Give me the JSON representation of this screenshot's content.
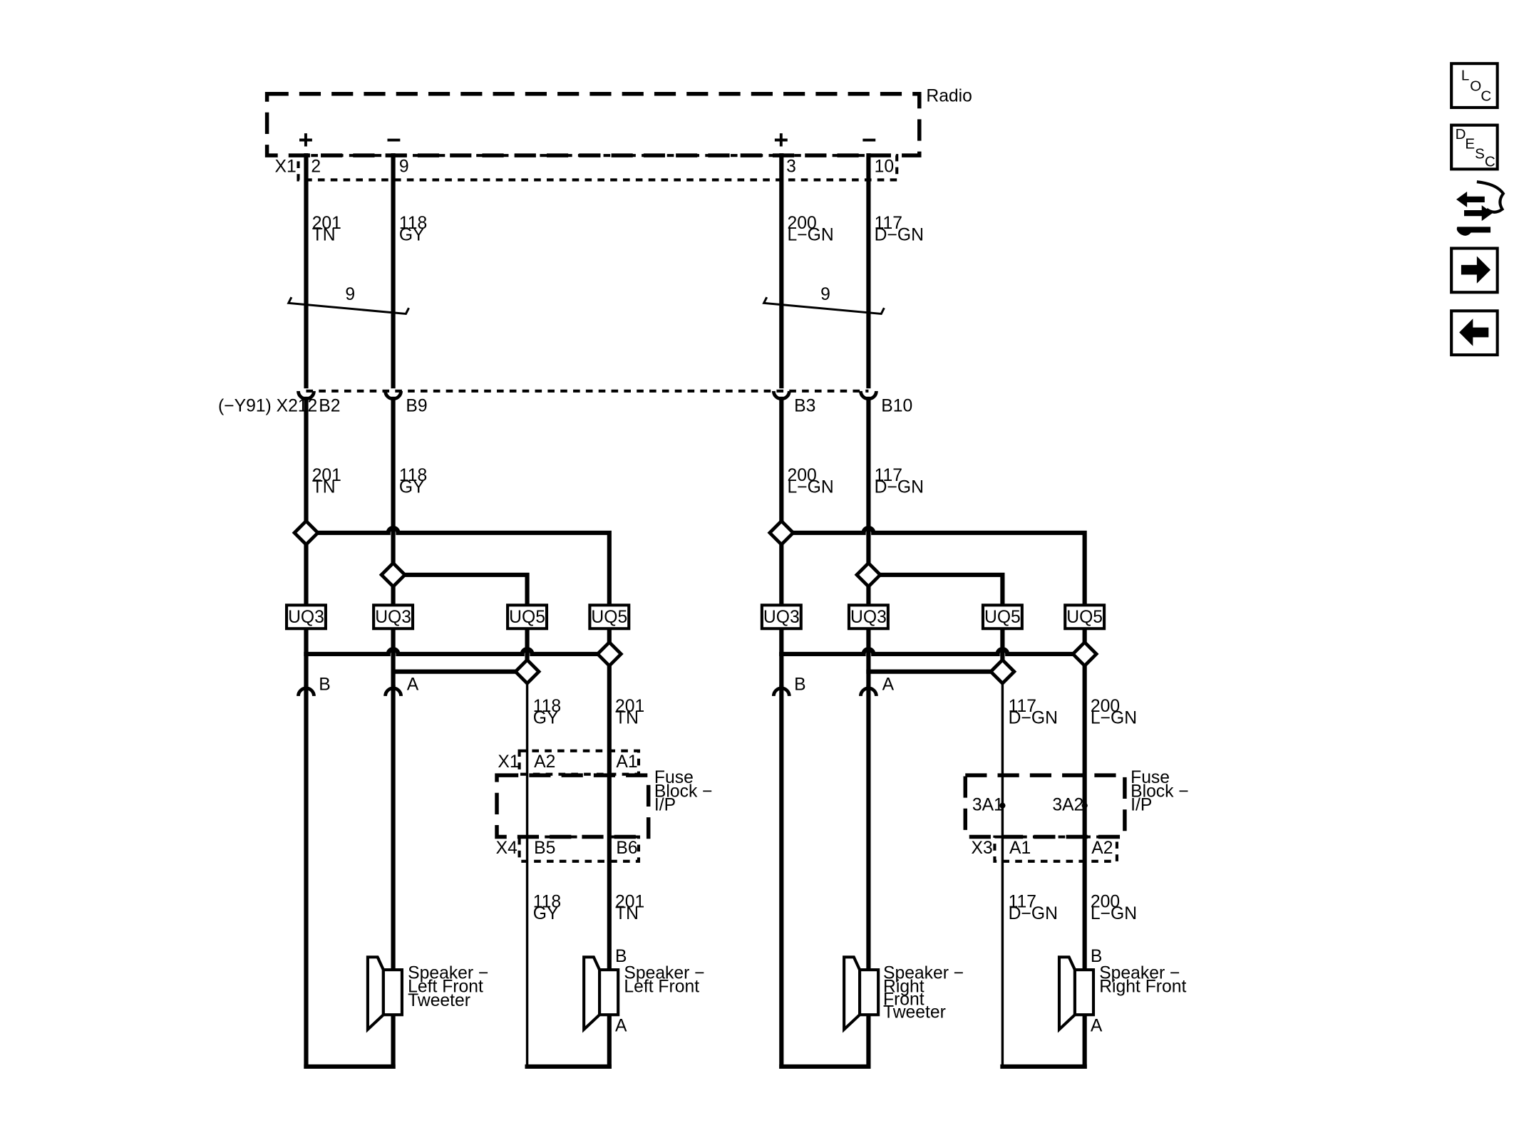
{
  "radio": {
    "label": "Radio",
    "connector": "X1",
    "pins": [
      "2",
      "9",
      "3",
      "10"
    ],
    "polarity": [
      "+",
      "−",
      "+",
      "−"
    ]
  },
  "wires_top": [
    {
      "circuit": "201",
      "color": "TN"
    },
    {
      "circuit": "118",
      "color": "GY"
    },
    {
      "circuit": "200",
      "color": "L−GN"
    },
    {
      "circuit": "117",
      "color": "D−GN"
    }
  ],
  "twist": {
    "left": "9",
    "right": "9"
  },
  "inline_connector": {
    "label": "(−Y91) X212",
    "pins": [
      "B2",
      "B9",
      "B3",
      "B10"
    ]
  },
  "wires_mid": [
    {
      "circuit": "201",
      "color": "TN"
    },
    {
      "circuit": "118",
      "color": "GY"
    },
    {
      "circuit": "200",
      "color": "L−GN"
    },
    {
      "circuit": "117",
      "color": "D−GN"
    }
  ],
  "options": {
    "left": [
      "UQ3",
      "UQ3",
      "UQ5",
      "UQ5"
    ],
    "right": [
      "UQ3",
      "UQ3",
      "UQ5",
      "UQ5"
    ]
  },
  "tweeter_pins": {
    "left": [
      "B",
      "A"
    ],
    "right": [
      "B",
      "A"
    ]
  },
  "fuse_left": {
    "wire_in": [
      {
        "circuit": "118",
        "color": "GY"
      },
      {
        "circuit": "201",
        "color": "TN"
      }
    ],
    "top_connector": "X1",
    "top_pins": [
      "A2",
      "A1"
    ],
    "label": [
      "Fuse",
      "Block −",
      "I/P"
    ],
    "bottom_connector": "X4",
    "bottom_pins": [
      "B5",
      "B6"
    ],
    "wire_out": [
      {
        "circuit": "118",
        "color": "GY"
      },
      {
        "circuit": "201",
        "color": "TN"
      }
    ]
  },
  "fuse_right": {
    "wire_in": [
      {
        "circuit": "117",
        "color": "D−GN"
      },
      {
        "circuit": "200",
        "color": "L−GN"
      }
    ],
    "inner_pins": [
      "3A1",
      "3A2"
    ],
    "label": [
      "Fuse",
      "Block −",
      "I/P"
    ],
    "bottom_connector": "X3",
    "bottom_pins": [
      "A1",
      "A2"
    ],
    "wire_out": [
      {
        "circuit": "117",
        "color": "D−GN"
      },
      {
        "circuit": "200",
        "color": "L−GN"
      }
    ]
  },
  "speakers": {
    "lf_tweeter": [
      "Speaker −",
      "Left Front",
      "Tweeter"
    ],
    "lf": [
      "Speaker −",
      "Left Front"
    ],
    "rf_tweeter": [
      "Speaker −",
      "Right",
      "Front",
      "Tweeter"
    ],
    "rf": [
      "Speaker −",
      "Right Front"
    ],
    "woofer_pins": [
      "B",
      "A"
    ]
  },
  "nav_icons": {
    "loc": [
      "L",
      "O",
      "C"
    ],
    "desc": [
      "D",
      "E",
      "S",
      "C"
    ],
    "items": [
      "loc-icon",
      "desc-icon",
      "wrench-arrows-icon",
      "arrow-right-icon",
      "arrow-left-icon"
    ]
  }
}
